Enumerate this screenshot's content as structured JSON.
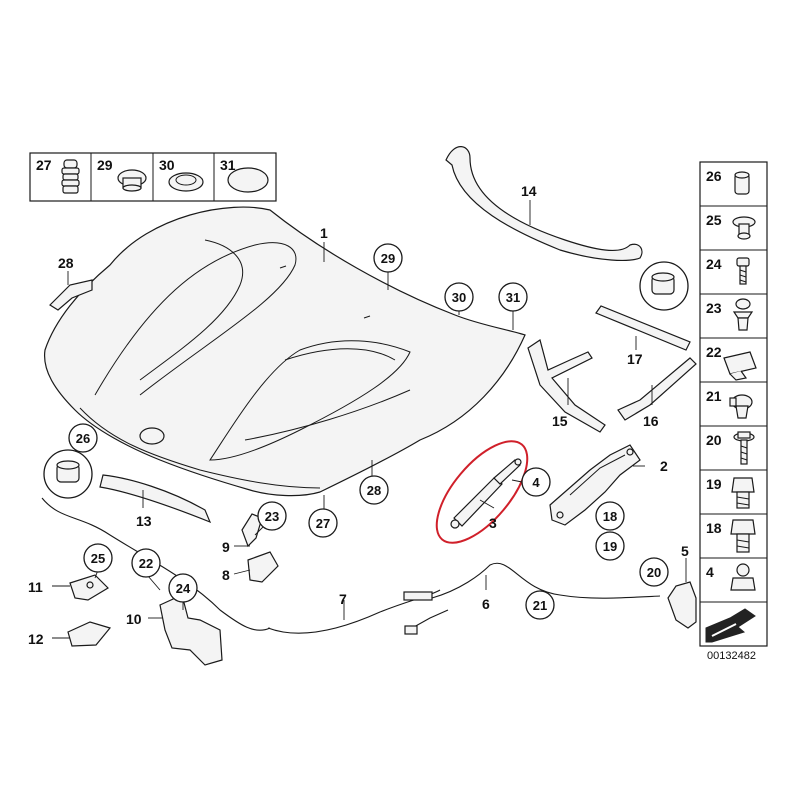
{
  "diagram": {
    "reference_code": "00132482",
    "callouts": [
      {
        "id": "c1",
        "label": "1"
      },
      {
        "id": "c2",
        "label": "2"
      },
      {
        "id": "c3",
        "label": "3"
      },
      {
        "id": "c4",
        "label": "4"
      },
      {
        "id": "c5",
        "label": "5"
      },
      {
        "id": "c6",
        "label": "6"
      },
      {
        "id": "c7",
        "label": "7"
      },
      {
        "id": "c8",
        "label": "8"
      },
      {
        "id": "c9",
        "label": "9"
      },
      {
        "id": "c10",
        "label": "10"
      },
      {
        "id": "c11",
        "label": "11"
      },
      {
        "id": "c12",
        "label": "12"
      },
      {
        "id": "c13",
        "label": "13"
      },
      {
        "id": "c14",
        "label": "14"
      },
      {
        "id": "c15",
        "label": "15"
      },
      {
        "id": "c16",
        "label": "16"
      },
      {
        "id": "c17",
        "label": "17"
      },
      {
        "id": "c18",
        "label": "18"
      },
      {
        "id": "c19",
        "label": "19"
      },
      {
        "id": "c20",
        "label": "20"
      },
      {
        "id": "c21",
        "label": "21"
      },
      {
        "id": "c22",
        "label": "22"
      },
      {
        "id": "c23",
        "label": "23"
      },
      {
        "id": "c24",
        "label": "24"
      },
      {
        "id": "c25",
        "label": "25"
      },
      {
        "id": "c26",
        "label": "26"
      },
      {
        "id": "c27",
        "label": "27"
      },
      {
        "id": "c28",
        "label": "28"
      },
      {
        "id": "c29",
        "label": "29"
      },
      {
        "id": "c30",
        "label": "30"
      },
      {
        "id": "c31",
        "label": "31"
      }
    ],
    "top_boxes": [
      "27",
      "29",
      "30",
      "31"
    ],
    "side_boxes": [
      "26",
      "25",
      "24",
      "23",
      "22",
      "21",
      "20",
      "19",
      "18",
      "4"
    ],
    "highlight_color": "#d0202a"
  }
}
